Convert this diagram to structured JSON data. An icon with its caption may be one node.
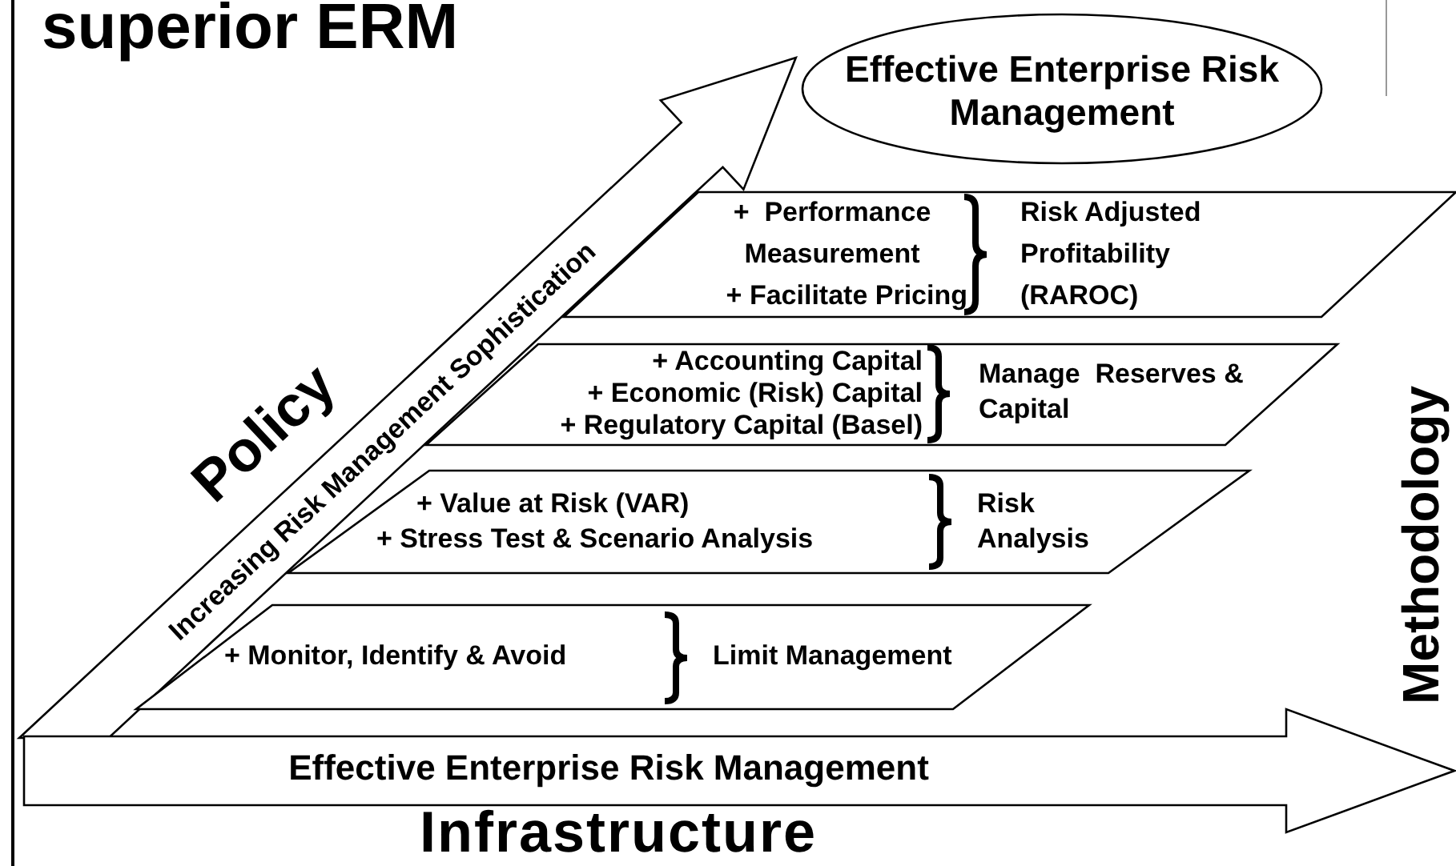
{
  "diagram": {
    "title": "superior ERM",
    "nodes": [
      {
        "text": [
          "Effective Enterprise Risk Management"
        ]
      },
      {
        "text": [
          "Increasing Risk Management Sophistication"
        ]
      },
      {
        "text": [
          "+  Performance Measurement",
          "+ Facilitate Pricing",
          "Risk Adjusted Profitability (RAROC)"
        ]
      },
      {
        "text": [
          "+ Accounting Capital",
          "+ Economic (Risk) Capital",
          "+ Regulatory Capital (Basel)",
          "Manage  Reserves & Capital"
        ]
      },
      {
        "text": [
          "+ Value at Risk (VAR)",
          "+ Stress Test & Scenario Analysis",
          "Risk Analysis"
        ]
      },
      {
        "text": [
          "+ Monitor, Identify & Avoid",
          "Limit Management"
        ]
      },
      {
        "text": [
          "Effective Enterprise Risk Management"
        ]
      }
    ],
    "edges": [],
    "labels": [
      "Policy",
      "Methodology",
      "Infrastructure"
    ]
  }
}
